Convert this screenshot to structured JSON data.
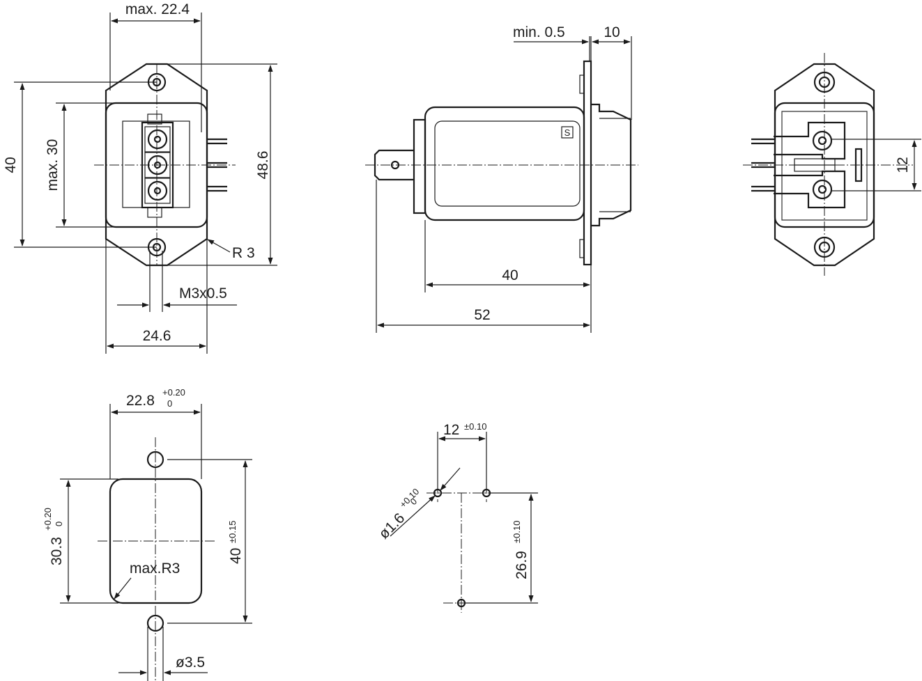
{
  "front_view": {
    "width_max": "max. 22.4",
    "height_outer": "40",
    "height_inner": "max. 30",
    "height_total": "48.6",
    "radius": "R 3",
    "thread": "M3x0.5",
    "hole_spacing": "24.6"
  },
  "side_view": {
    "min_flange": "min. 0.5",
    "front_depth": "10",
    "body_length": "40",
    "total_length": "52",
    "logo": "S"
  },
  "rear_view": {
    "pin_spacing": "12"
  },
  "panel_cutout": {
    "width": "22.8",
    "width_tol_upper": "+0.20",
    "width_tol_lower": "0",
    "height": "30.3",
    "height_tol_upper": "+0.20",
    "height_tol_lower": "0",
    "hole_spacing": "40",
    "hole_spacing_tol": "±0.15",
    "corner_radius": "max.R3",
    "hole_diameter": "ø3.5"
  },
  "pcb_layout": {
    "pitch": "12",
    "pitch_tol": "±0.10",
    "hole_diameter": "ø1.6",
    "hole_tol_upper": "+0.10",
    "hole_tol_lower": "0",
    "row_spacing": "26.9",
    "row_spacing_tol": "±0.10"
  }
}
